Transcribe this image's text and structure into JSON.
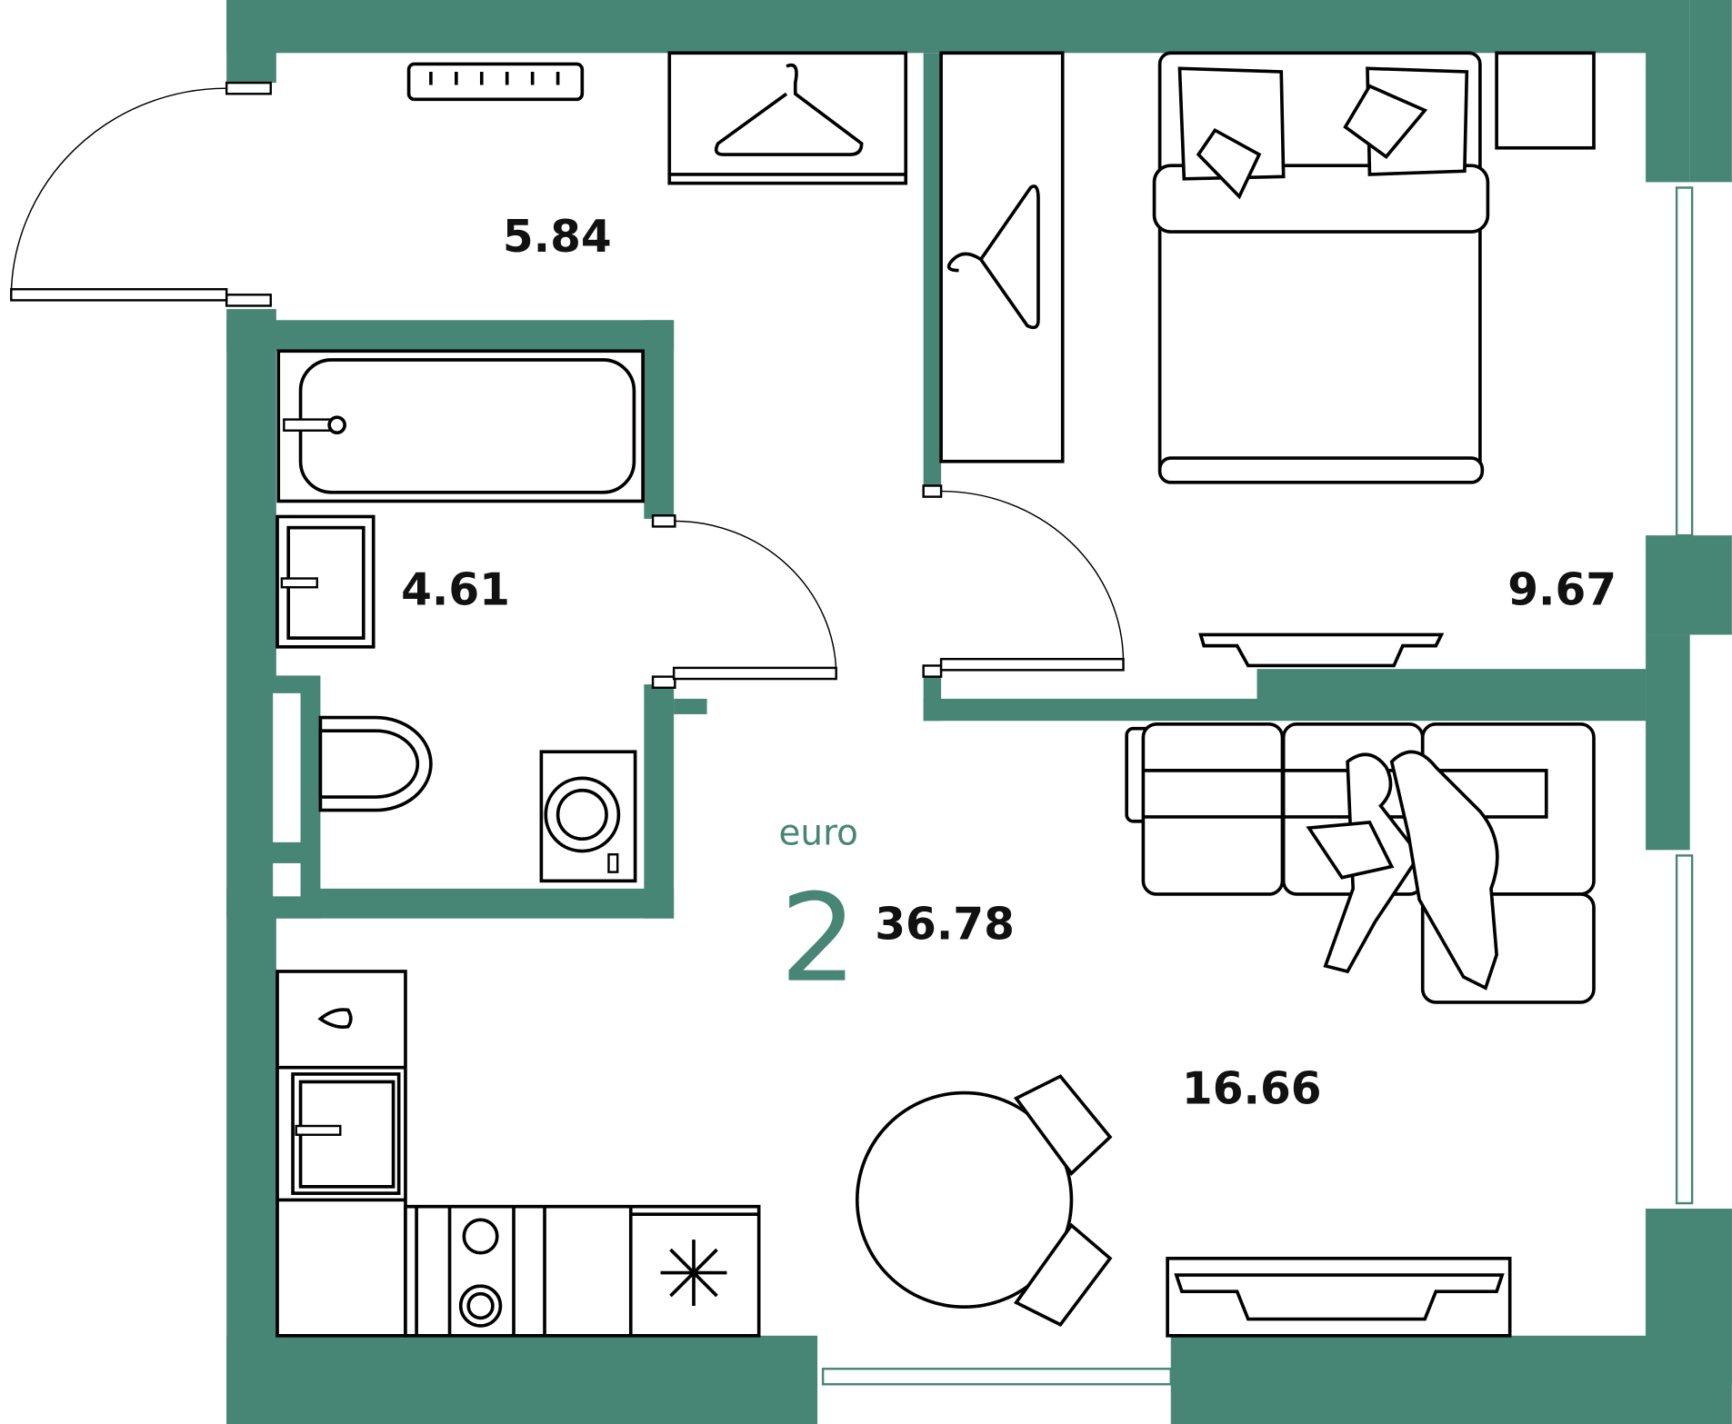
{
  "plan": {
    "type_label": "euro",
    "rooms_count": "2",
    "total_area": "36.78",
    "rooms": [
      {
        "name": "hallway",
        "area": "5.84"
      },
      {
        "name": "bathroom",
        "area": "4.61"
      },
      {
        "name": "bedroom",
        "area": "9.67"
      },
      {
        "name": "kitchen-living",
        "area": "16.66"
      }
    ],
    "colors": {
      "wall": "#478575"
    }
  }
}
